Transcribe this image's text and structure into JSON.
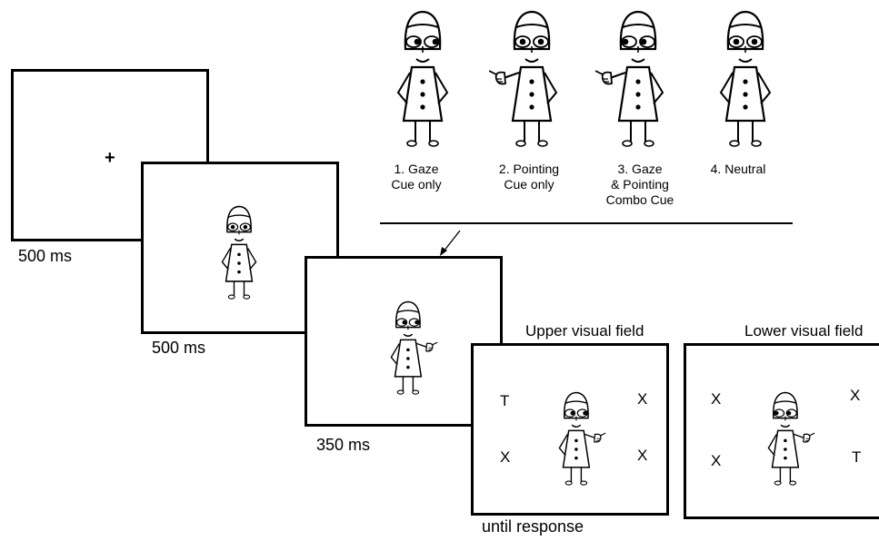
{
  "cue_types": [
    {
      "line1": "1. Gaze",
      "line2": "Cue only",
      "line3": ""
    },
    {
      "line1": "2. Pointing",
      "line2": "Cue only",
      "line3": ""
    },
    {
      "line1": "3. Gaze",
      "line2": "& Pointing",
      "line3": "Combo Cue"
    },
    {
      "line1": "4. Neutral",
      "line2": "",
      "line3": ""
    }
  ],
  "fixation": {
    "symbol": "+",
    "duration": "500 ms"
  },
  "character_frame": {
    "duration": "500 ms"
  },
  "cue_frame": {
    "duration": "350 ms"
  },
  "target_upper": {
    "title": "Upper visual field",
    "duration": "until response",
    "letters": [
      "T",
      "X",
      "X",
      "X"
    ]
  },
  "target_lower": {
    "title": "Lower visual field",
    "letters": [
      "X",
      "X",
      "X",
      "T"
    ]
  }
}
